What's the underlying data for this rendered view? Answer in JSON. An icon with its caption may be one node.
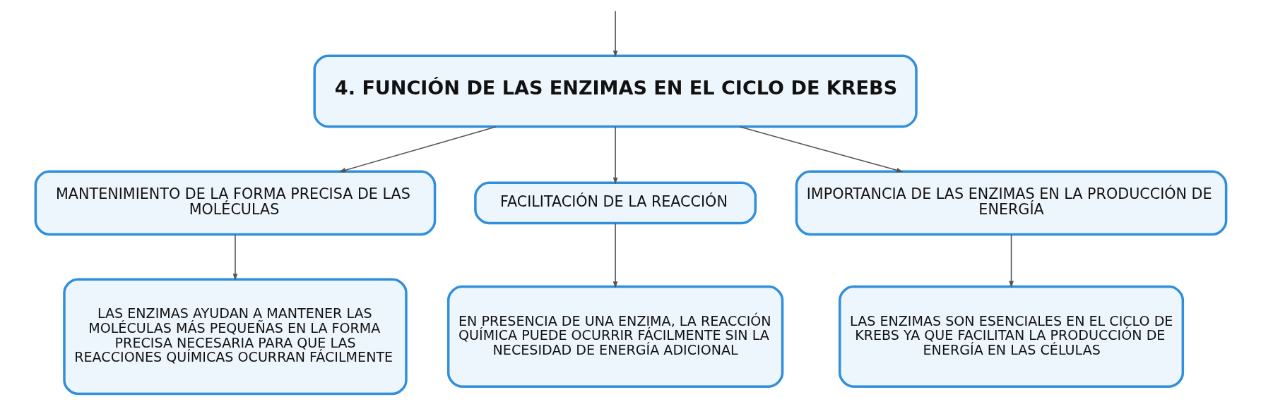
{
  "diagram": {
    "nodes": [
      {
        "text": [
          "4. FUNCIÓN DE LAS ENZIMAS EN EL CICLO DE KREBS"
        ]
      },
      {
        "text": [
          "MANTENIMIENTO DE LA FORMA PRECISA DE LAS MOLÉCULAS"
        ]
      },
      {
        "text": [
          "FACILITACIÓN DE LA REACCIÓN"
        ]
      },
      {
        "text": [
          "IMPORTANCIA DE LAS ENZIMAS EN LA PRODUCCIÓN DE ENERGÍA"
        ]
      },
      {
        "text": [
          "LAS ENZIMAS AYUDAN A MANTENER LAS MOLÉCULAS MÁS PEQUEÑAS EN LA FORMA PRECISA NECESARIA PARA QUE LAS REACCIONES QUÍMICAS OCURRAN FÁCILMENTE"
        ]
      },
      {
        "text": [
          "EN PRESENCIA DE UNA ENZIMA, LA REACCIÓN QUÍMICA PUEDE OCURRIR FÁCILMENTE SIN LA NECESIDAD DE ENERGÍA ADICIONAL"
        ]
      },
      {
        "text": [
          "LAS ENZIMAS SON ESENCIALES EN EL CICLO DE KREBS YA QUE FACILITAN LA PRODUCCIÓN DE ENERGÍA EN LAS CÉLULAS"
        ]
      }
    ],
    "edges": [
      {
        "from": null,
        "to": 0,
        "arrow": "to"
      },
      {
        "from": 0,
        "to": 1,
        "arrow": "to"
      },
      {
        "from": 0,
        "to": 2,
        "arrow": "to"
      },
      {
        "from": 0,
        "to": 3,
        "arrow": "to"
      },
      {
        "from": 1,
        "to": 4,
        "arrow": "to"
      },
      {
        "from": 2,
        "to": 5,
        "arrow": "to"
      },
      {
        "from": 3,
        "to": 6,
        "arrow": "to"
      }
    ]
  }
}
